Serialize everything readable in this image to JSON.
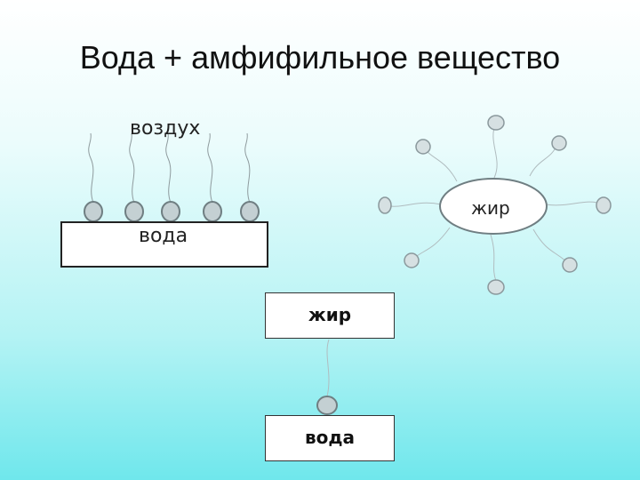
{
  "title": "Вода + амфифильное вещество",
  "surface": {
    "air_label": "воздух",
    "water_label": "вода"
  },
  "micelle": {
    "core_label": "жир"
  },
  "single": {
    "fat_label": "жир",
    "water_label": "вода"
  },
  "colors": {
    "head_fill": "#c4d0d3",
    "head_stroke": "#6f7e82",
    "tail": "#8e9a9d"
  }
}
